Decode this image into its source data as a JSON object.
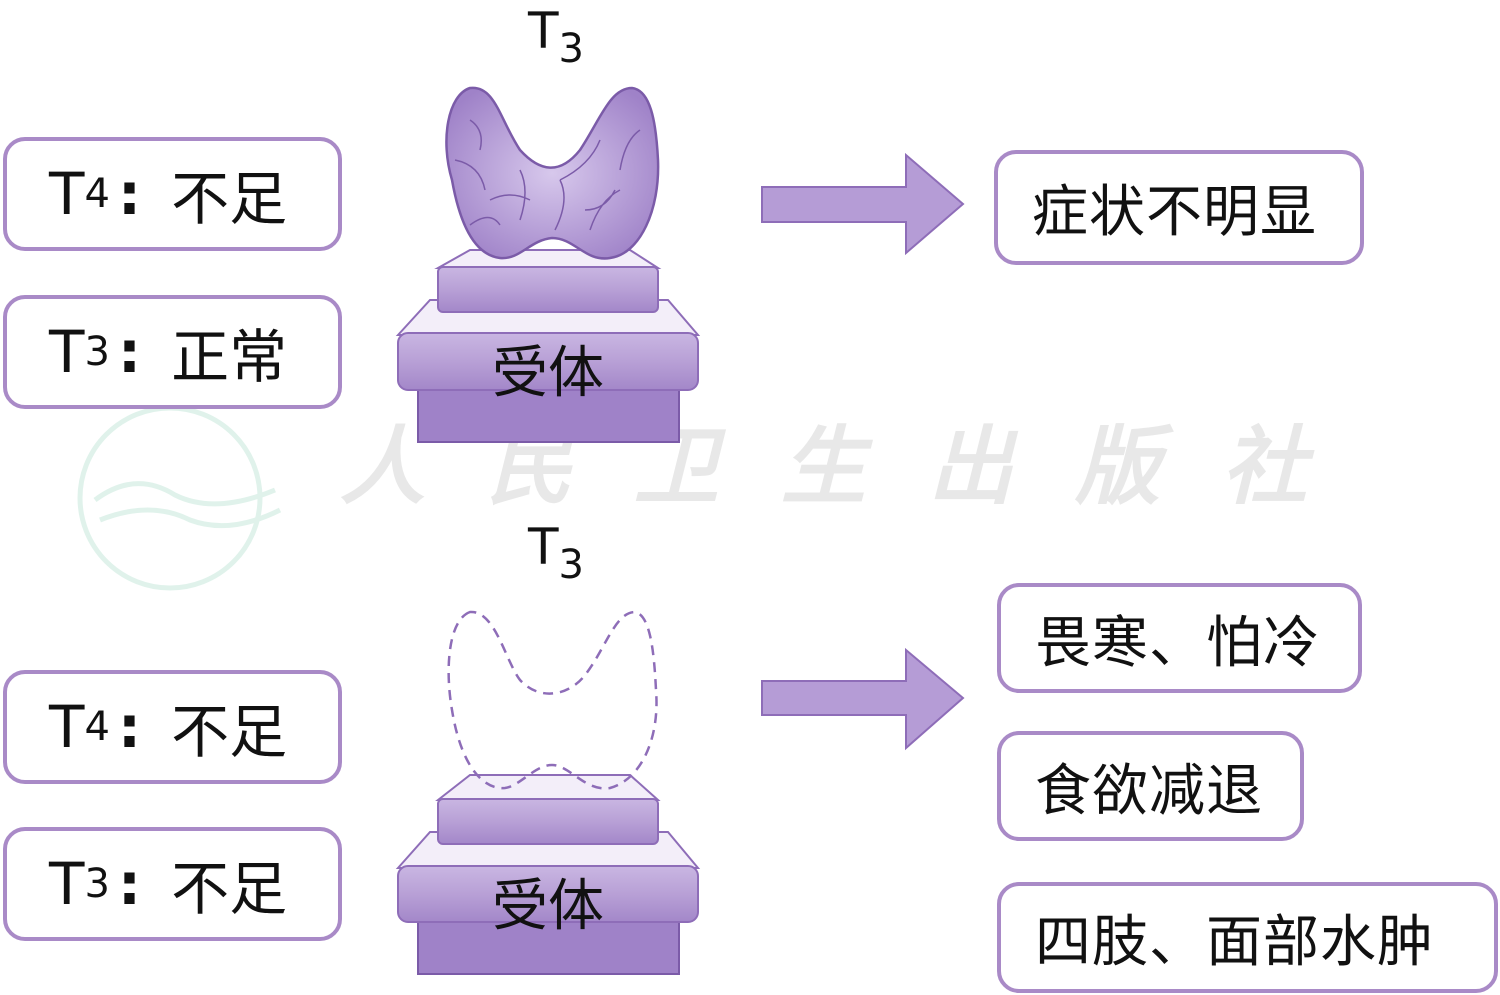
{
  "watermark": "人民卫生出版社",
  "colors": {
    "accent": "#a98ac7",
    "purple_fill": "#b9a2d8",
    "dark_purple": "#7b5ba8"
  },
  "top_scenario": {
    "hormone_label": "T",
    "hormone_sub": "3",
    "inputs": [
      {
        "name": "T",
        "sub": "4",
        "sep": ":",
        "status": "不足"
      },
      {
        "name": "T",
        "sub": "3",
        "sep": ":",
        "status": "正常"
      }
    ],
    "receptor_label": "受体",
    "outcomes": [
      "症状不明显"
    ]
  },
  "bottom_scenario": {
    "hormone_label": "T",
    "hormone_sub": "3",
    "inputs": [
      {
        "name": "T",
        "sub": "4",
        "sep": ":",
        "status": "不足"
      },
      {
        "name": "T",
        "sub": "3",
        "sep": ":",
        "status": "不足"
      }
    ],
    "receptor_label": "受体",
    "outcomes": [
      "畏寒、怕冷",
      "食欲减退",
      "四肢、面部水肿"
    ]
  }
}
